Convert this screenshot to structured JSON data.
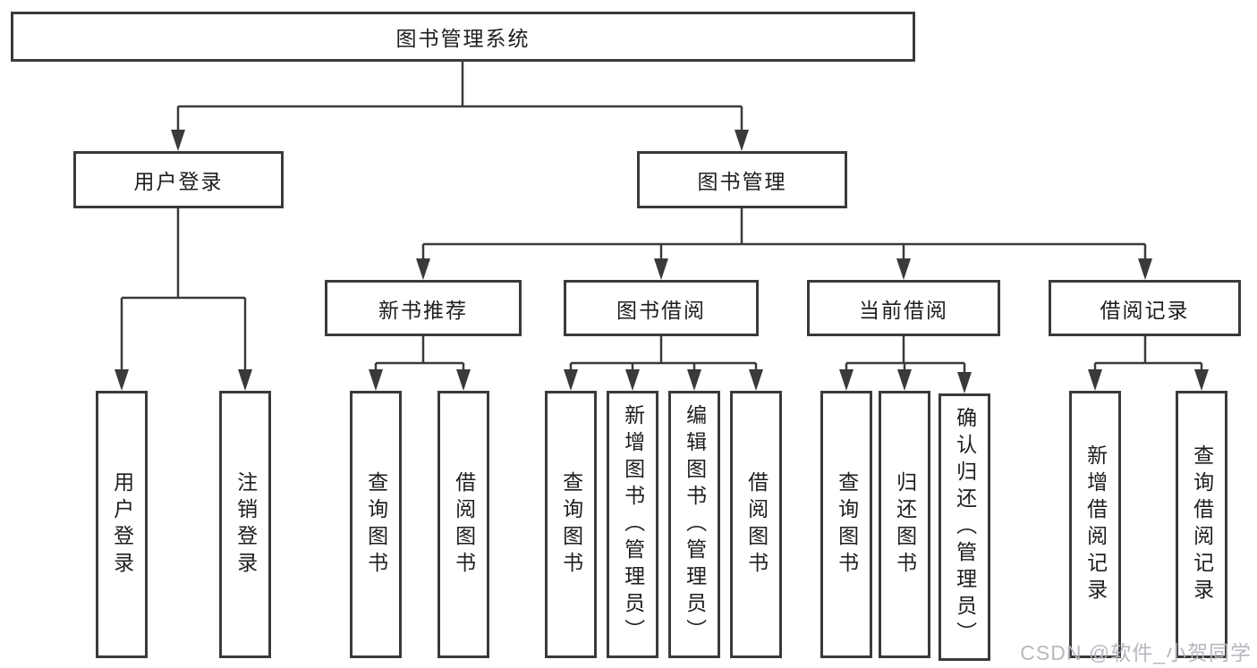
{
  "diagram_title": "图书管理系统",
  "tree": {
    "root": {
      "label": "图书管理系统"
    },
    "children": [
      {
        "label": "用户登录",
        "children": [
          {
            "label": "用户登录"
          },
          {
            "label": "注销登录"
          }
        ]
      },
      {
        "label": "图书管理",
        "children": [
          {
            "label": "新书推荐",
            "children": [
              {
                "label": "查询图书"
              },
              {
                "label": "借阅图书"
              }
            ]
          },
          {
            "label": "图书借阅",
            "children": [
              {
                "label": "查询图书"
              },
              {
                "label": "新增图书（管理员）"
              },
              {
                "label": "编辑图书（管理员）"
              },
              {
                "label": "借阅图书"
              }
            ]
          },
          {
            "label": "当前借阅",
            "children": [
              {
                "label": "查询图书"
              },
              {
                "label": "归还图书"
              },
              {
                "label": "确认归还（管理员）"
              }
            ]
          },
          {
            "label": "借阅记录",
            "children": [
              {
                "label": "新增借阅记录"
              },
              {
                "label": "查询借阅记录"
              }
            ]
          }
        ]
      }
    ]
  },
  "watermark": {
    "text": "CSDN @软件_小贺同学",
    "color": "#b1b5bc"
  },
  "colors": {
    "background": "#ffffff",
    "box_border": "#3a3a3a",
    "connector_line": "#3a3a3a",
    "text": "#1e1e1e"
  }
}
